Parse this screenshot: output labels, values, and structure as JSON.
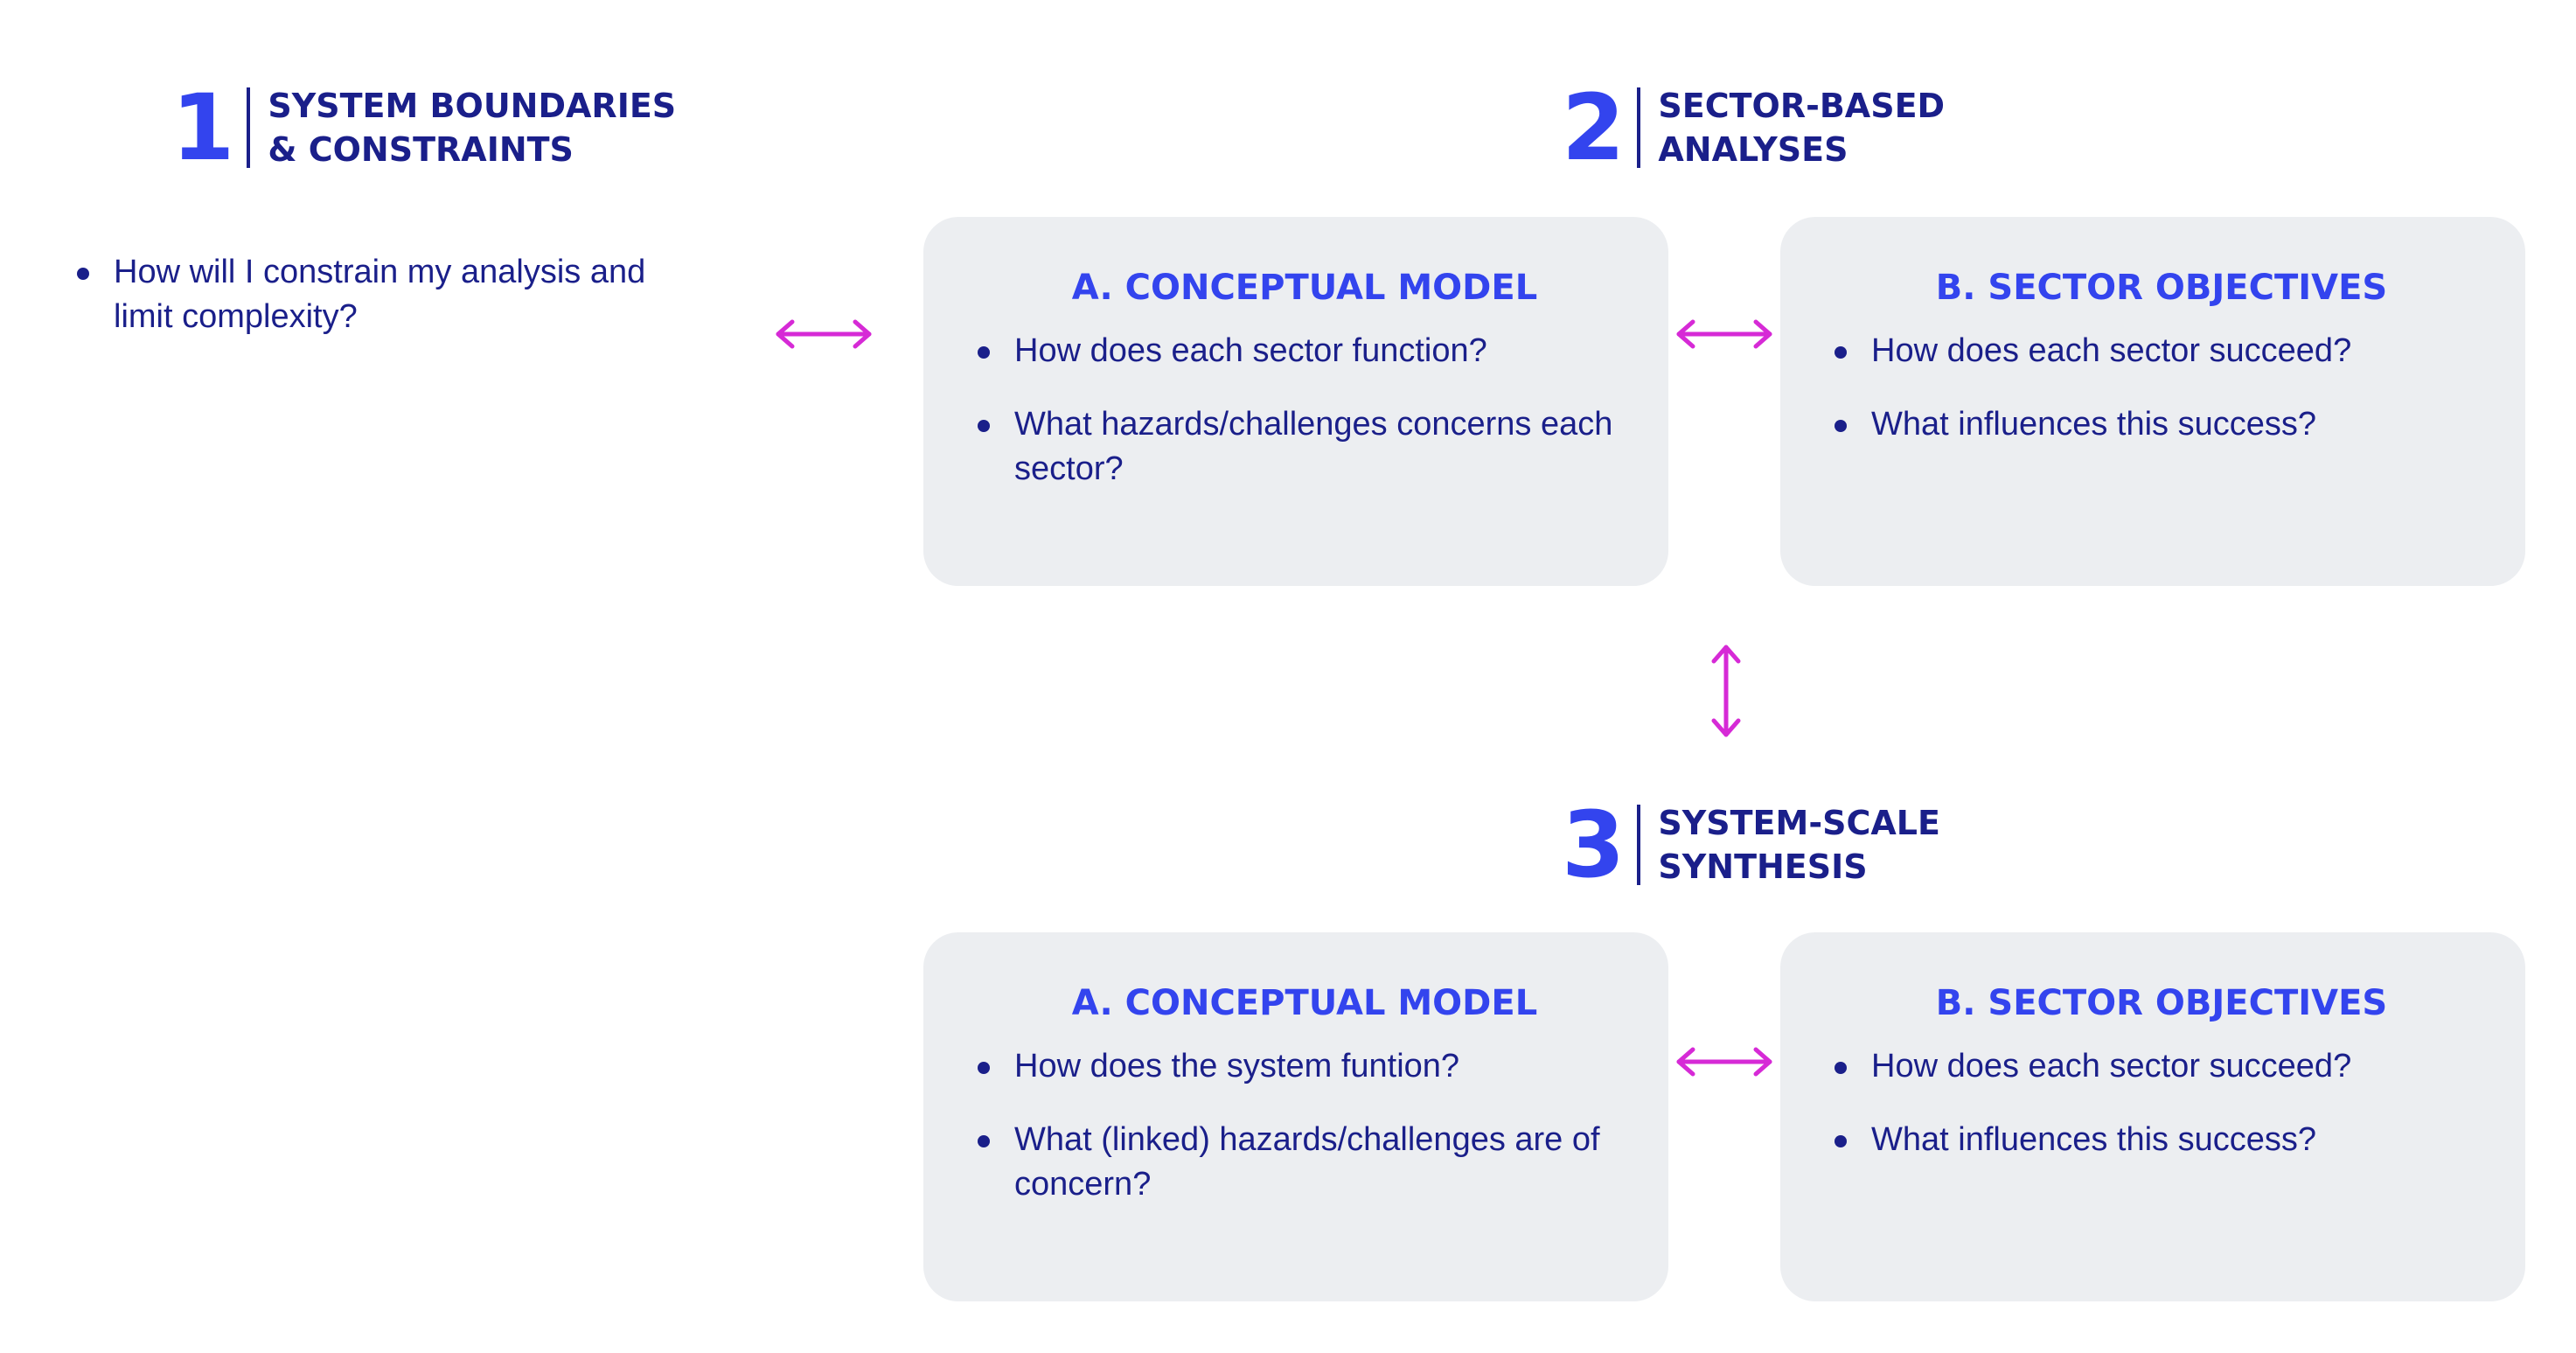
{
  "step1": {
    "number": "1",
    "title_line1": "SYSTEM BOUNDARIES",
    "title_line2": "& CONSTRAINTS",
    "questions": [
      "How will I constrain my analysis and limit complexity?"
    ]
  },
  "step2": {
    "number": "2",
    "title_line1": "SECTOR-BASED",
    "title_line2": "ANALYSES",
    "box_a": {
      "title": "A. CONCEPTUAL MODEL",
      "questions": [
        "How does each sector function?",
        "What hazards/challenges concerns each sector?"
      ]
    },
    "box_b": {
      "title": "B. SECTOR OBJECTIVES",
      "questions": [
        "How does each sector succeed?",
        "What influences this success?"
      ]
    }
  },
  "step3": {
    "number": "3",
    "title_line1": "SYSTEM-SCALE",
    "title_line2": "SYNTHESIS",
    "box_a": {
      "title": "A. CONCEPTUAL MODEL",
      "questions": [
        "How does the system funtion?",
        "What (linked) hazards/challenges are of concern?"
      ]
    },
    "box_b": {
      "title": "B. SECTOR OBJECTIVES",
      "questions": [
        "How does each sector succeed?",
        "What influences this success?"
      ]
    }
  },
  "colors": {
    "accent_blue": "#3344ee",
    "navy": "#1a1f8a",
    "arrow_magenta": "#d62ad6",
    "box_bg": "#eceef1"
  },
  "icons": {
    "arrow_horizontal": "double-arrow-horizontal-icon",
    "arrow_vertical": "double-arrow-vertical-icon"
  }
}
